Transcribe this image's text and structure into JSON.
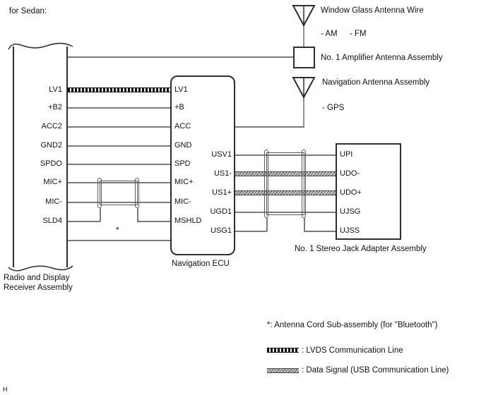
{
  "caption": "for Sedan:",
  "footer_letter": "H",
  "radio_box": {
    "label_line1": "Radio and Display",
    "label_line2": "Receiver Assembly",
    "pins": [
      "LV1",
      "+B2",
      "ACC2",
      "GND2",
      "SPDO",
      "MIC+",
      "MIC-",
      "SLD4"
    ]
  },
  "navigation_ecu": {
    "label": "Navigation ECU",
    "left_pins": [
      "LV1",
      "+B",
      "ACC",
      "GND",
      "SPD",
      "MIC+",
      "MIC-",
      "MSHLD"
    ],
    "right_pins": [
      "USV1",
      "US1-",
      "US1+",
      "UGD1",
      "USG1"
    ]
  },
  "stereo_jack": {
    "label": "No. 1 Stereo Jack Adapter Assembly",
    "pins": [
      "UPI",
      "UDO-",
      "UDO+",
      "UJSG",
      "UJSS"
    ]
  },
  "window_antenna": {
    "label": "Window Glass Antenna Wire",
    "band_am": "- AM",
    "band_fm": "- FM"
  },
  "amplifier": {
    "label": "No. 1 Amplifier Antenna Assembly"
  },
  "nav_antenna": {
    "label": "Navigation Antenna Assembly",
    "band_gps": "- GPS"
  },
  "callouts": {
    "asterisk": "*"
  },
  "legend": {
    "note": "*: Antenna Cord Sub-assembly (for \"Bluetooth\")",
    "lvds_label": ": LVDS Communication Line",
    "usb_label": ": Data Signal (USB Communication Line)"
  },
  "colors": {
    "wire": "#7a7a7a",
    "box_border": "#2e2e2e",
    "lvds_dark": "#111111",
    "background": "#ffffff"
  }
}
